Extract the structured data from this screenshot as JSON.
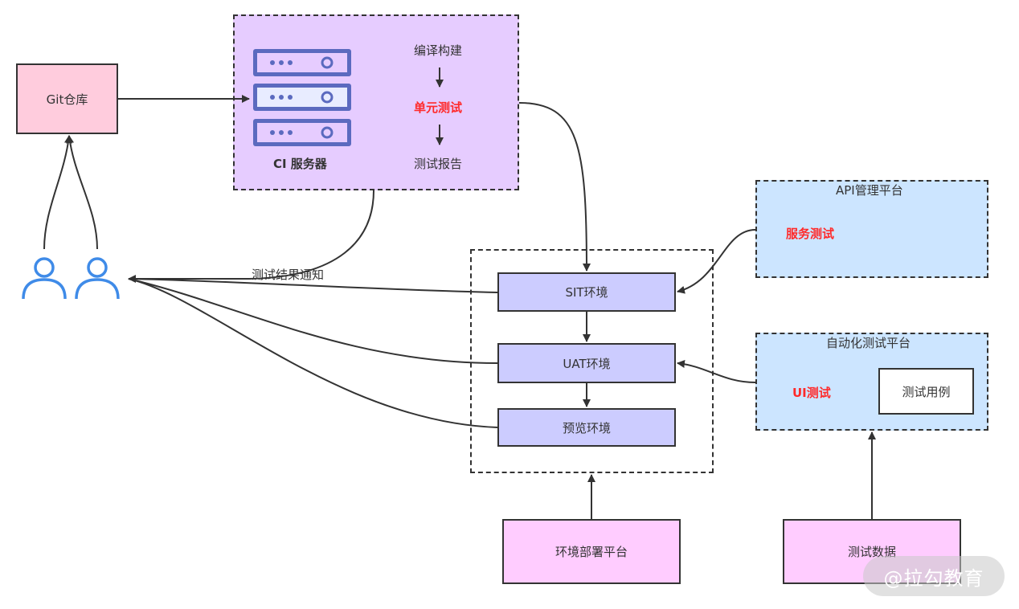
{
  "git_repo": {
    "label": "Git仓库"
  },
  "ci_server": {
    "label": "CI 服务器",
    "steps": {
      "compile": "编译构建",
      "unit_test": "单元测试",
      "report": "测试报告"
    }
  },
  "notification": {
    "label": "测试结果通知"
  },
  "environments": {
    "sit": "SIT环境",
    "uat": "UAT环境",
    "preview": "预览环境"
  },
  "api_platform": {
    "title": "API管理平台",
    "service_test": "服务测试"
  },
  "auto_platform": {
    "title": "自动化测试平台",
    "ui_test": "UI测试",
    "test_case": "测试用例"
  },
  "deploy_platform": {
    "label": "环境部署平台"
  },
  "test_data": {
    "label": "测试数据"
  },
  "watermark": {
    "text": "@拉勾教育"
  },
  "colors": {
    "pink": "#ffccdd",
    "purple_box": "#e6ccff",
    "env_box": "#ccccff",
    "blue_box": "#cce5ff",
    "magenta_box": "#ffccff",
    "server_icon": "#5b6abf",
    "user_icon": "#3f8be8",
    "accent_red": "#ff2a2a"
  }
}
